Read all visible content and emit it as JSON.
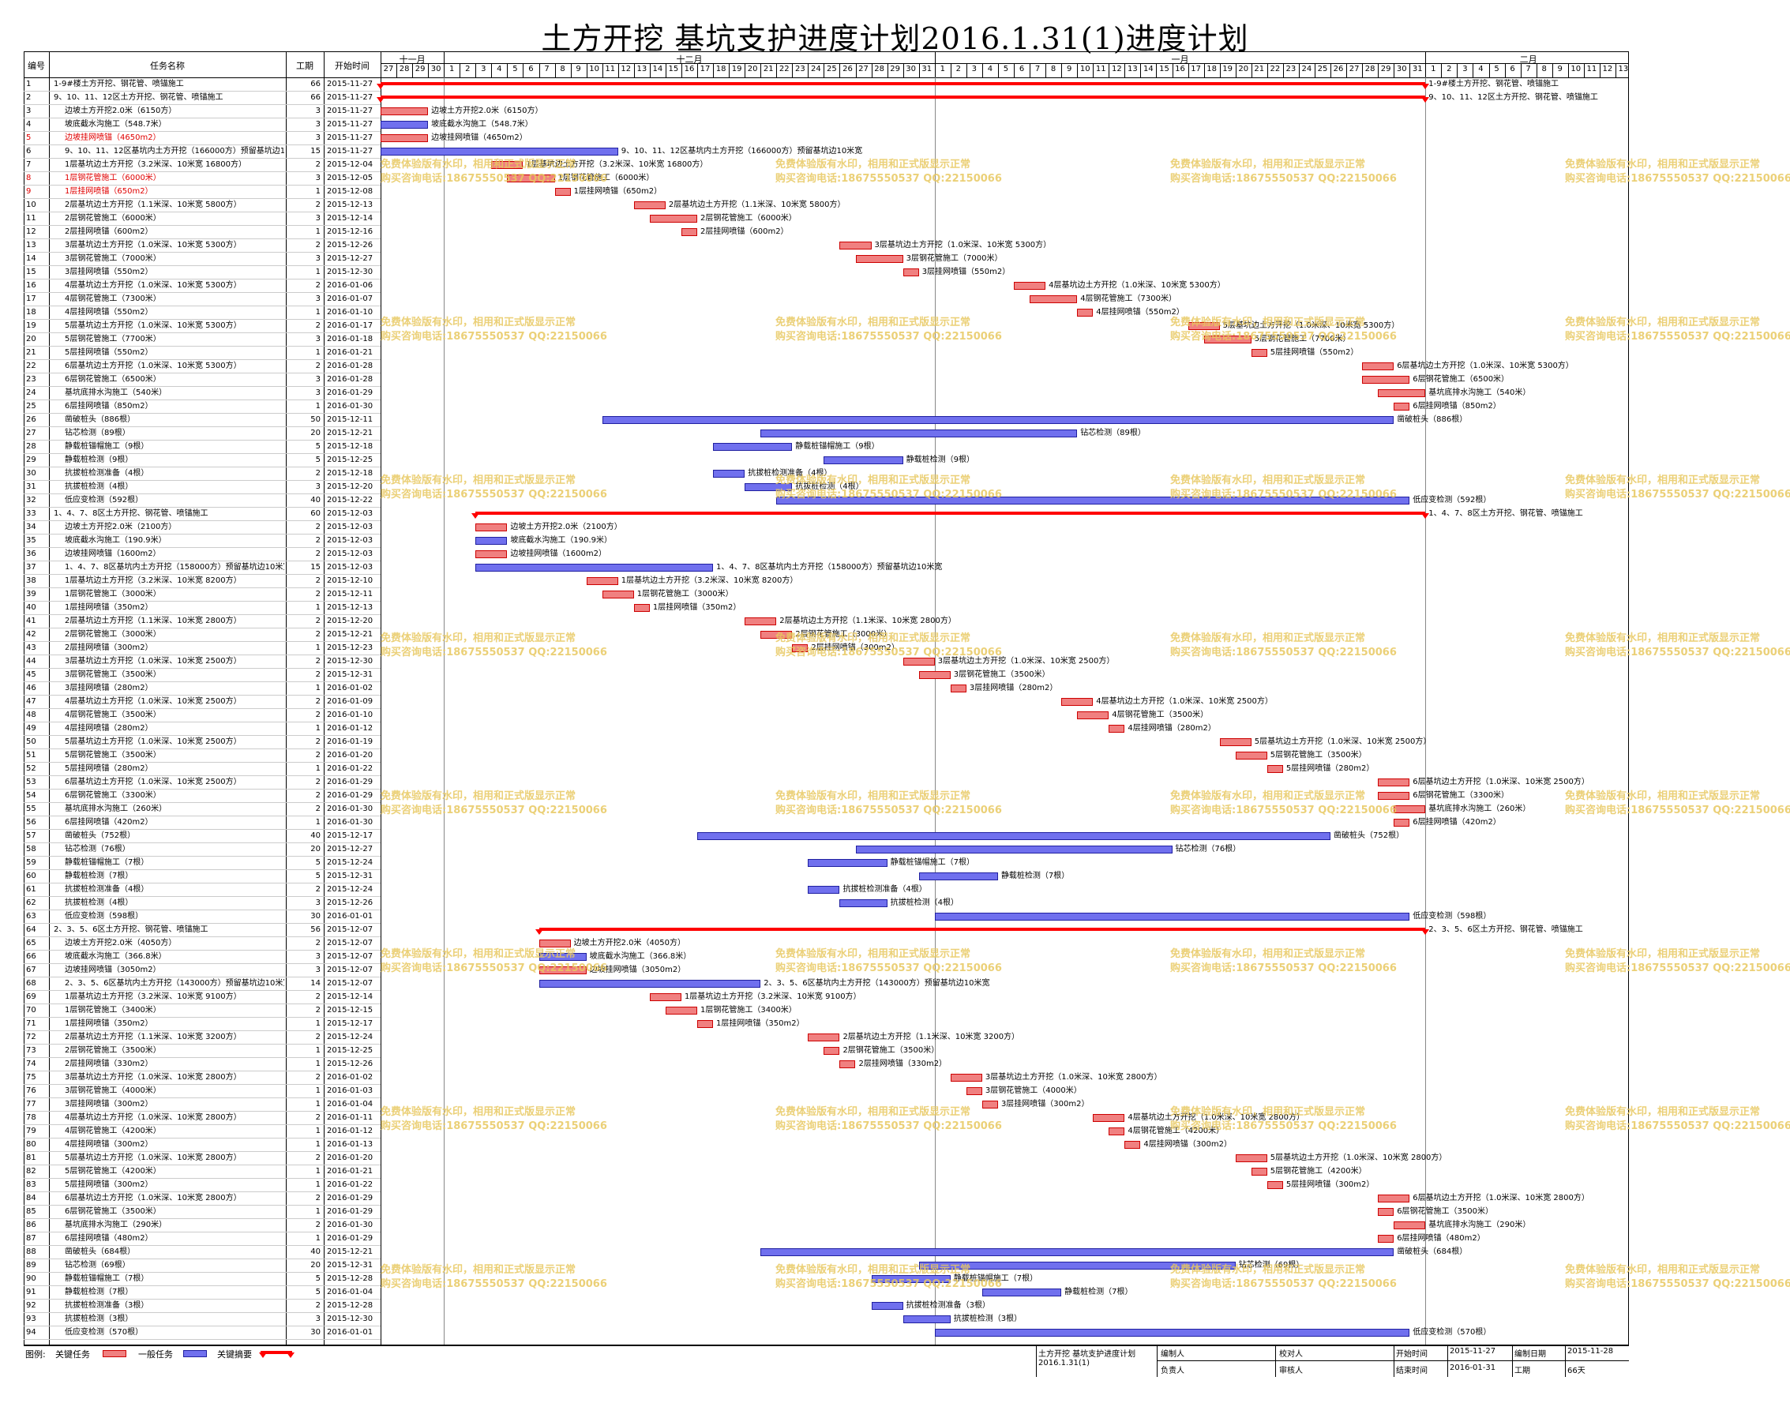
{
  "title": "土方开挖 基坑支护进度计划2016.1.31(1)进度计划",
  "columns": {
    "id": "编号",
    "name": "任务名称",
    "dur": "工期",
    "start": "开始时间"
  },
  "months": [
    {
      "label": "十一月",
      "days": [
        "27",
        "28",
        "29",
        "30"
      ]
    },
    {
      "label": "十二月",
      "days": [
        "1",
        "2",
        "3",
        "4",
        "5",
        "6",
        "7",
        "8",
        "9",
        "10",
        "11",
        "12",
        "13",
        "14",
        "15",
        "16",
        "17",
        "18",
        "19",
        "20",
        "21",
        "22",
        "23",
        "24",
        "25",
        "26",
        "27",
        "28",
        "29",
        "30",
        "31"
      ]
    },
    {
      "label": "一月",
      "days": [
        "1",
        "2",
        "3",
        "4",
        "5",
        "6",
        "7",
        "8",
        "9",
        "10",
        "11",
        "12",
        "13",
        "14",
        "15",
        "16",
        "17",
        "18",
        "19",
        "20",
        "21",
        "22",
        "23",
        "24",
        "25",
        "26",
        "27",
        "28",
        "29",
        "30",
        "31"
      ]
    },
    {
      "label": "二月",
      "days": [
        "1",
        "2",
        "3",
        "4",
        "5",
        "6",
        "7",
        "8",
        "9",
        "10",
        "11",
        "12",
        "13"
      ]
    }
  ],
  "chart_data": {
    "type": "gantt",
    "timeline_start": "2015-11-27",
    "tasks": [
      {
        "id": "1",
        "name": "1-9#楼土方开挖、钢花管、喷锚施工",
        "dur": 66,
        "start": "2015-11-27",
        "kind": "summary",
        "label": "1-9#楼土方开挖、钢花管、喷锚施工"
      },
      {
        "id": "2",
        "name": "9、10、11、12区土方开挖、钢花管、喷锚施工",
        "dur": 66,
        "start": "2015-11-27",
        "kind": "summary",
        "label": "9、10、11、12区土方开挖、钢花管、喷锚施工"
      },
      {
        "id": "3",
        "name": "边坡土方开挖2.0米（6150方）",
        "dur": 3,
        "start": "2015-11-27",
        "kind": "critical",
        "label": "边坡土方开挖2.0米（6150方）"
      },
      {
        "id": "4",
        "name": "坡底截水沟施工（548.7米）",
        "dur": 3,
        "start": "2015-11-27",
        "kind": "normal",
        "label": "坡底截水沟施工（548.7米）"
      },
      {
        "id": "5",
        "name": "边坡挂网喷锚（4650m2）",
        "dur": 3,
        "start": "2015-11-27",
        "kind": "critical",
        "label": "边坡挂网喷锚（4650m2）",
        "red": true
      },
      {
        "id": "6",
        "name": "9、10、11、12区基坑内土方开挖（166000方）预留基坑边10米宽",
        "dur": 15,
        "start": "2015-11-27",
        "kind": "normal",
        "label": "9、10、11、12区基坑内土方开挖（166000方）预留基坑边10米宽"
      },
      {
        "id": "7",
        "name": "1层基坑边土方开挖（3.2米深、10米宽 16800方）",
        "dur": 2,
        "start": "2015-12-04",
        "kind": "critical",
        "label": "1层基坑边土方开挖（3.2米深、10米宽 16800方）"
      },
      {
        "id": "8",
        "name": "1层钢花管施工（6000米）",
        "dur": 3,
        "start": "2015-12-05",
        "kind": "critical",
        "label": "1层钢花管施工（6000米）",
        "red": true
      },
      {
        "id": "9",
        "name": "1层挂网喷锚（650m2）",
        "dur": 1,
        "start": "2015-12-08",
        "kind": "critical",
        "label": "1层挂网喷锚（650m2）",
        "red": true
      },
      {
        "id": "10",
        "name": "2层基坑边土方开挖（1.1米深、10米宽 5800方）",
        "dur": 2,
        "start": "2015-12-13",
        "kind": "critical",
        "label": "2层基坑边土方开挖（1.1米深、10米宽 5800方）"
      },
      {
        "id": "11",
        "name": "2层钢花管施工（6000米）",
        "dur": 3,
        "start": "2015-12-14",
        "kind": "critical",
        "label": "2层钢花管施工（6000米）"
      },
      {
        "id": "12",
        "name": "2层挂网喷锚（600m2）",
        "dur": 1,
        "start": "2015-12-16",
        "kind": "critical",
        "label": "2层挂网喷锚（600m2）"
      },
      {
        "id": "13",
        "name": "3层基坑边土方开挖（1.0米深、10米宽 5300方）",
        "dur": 2,
        "start": "2015-12-26",
        "kind": "critical",
        "label": "3层基坑边土方开挖（1.0米深、10米宽 5300方）"
      },
      {
        "id": "14",
        "name": "3层钢花管施工（7000米）",
        "dur": 3,
        "start": "2015-12-27",
        "kind": "critical",
        "label": "3层钢花管施工（7000米）"
      },
      {
        "id": "15",
        "name": "3层挂网喷锚（550m2）",
        "dur": 1,
        "start": "2015-12-30",
        "kind": "critical",
        "label": "3层挂网喷锚（550m2）"
      },
      {
        "id": "16",
        "name": "4层基坑边土方开挖（1.0米深、10米宽 5300方）",
        "dur": 2,
        "start": "2016-01-06",
        "kind": "critical",
        "label": "4层基坑边土方开挖（1.0米深、10米宽 5300方）"
      },
      {
        "id": "17",
        "name": "4层钢花管施工（7300米）",
        "dur": 3,
        "start": "2016-01-07",
        "kind": "critical",
        "label": "4层钢花管施工（7300米）"
      },
      {
        "id": "18",
        "name": "4层挂网喷锚（550m2）",
        "dur": 1,
        "start": "2016-01-10",
        "kind": "critical",
        "label": "4层挂网喷锚（550m2）"
      },
      {
        "id": "19",
        "name": "5层基坑边土方开挖（1.0米深、10米宽 5300方）",
        "dur": 2,
        "start": "2016-01-17",
        "kind": "critical",
        "label": "5层基坑边土方开挖（1.0米深、10米宽 5300方）"
      },
      {
        "id": "20",
        "name": "5层钢花管施工（7700米）",
        "dur": 3,
        "start": "2016-01-18",
        "kind": "critical",
        "label": "5层钢花管施工（7700米）"
      },
      {
        "id": "21",
        "name": "5层挂网喷锚（550m2）",
        "dur": 1,
        "start": "2016-01-21",
        "kind": "critical",
        "label": "5层挂网喷锚（550m2）"
      },
      {
        "id": "22",
        "name": "6层基坑边土方开挖（1.0米深、10米宽 5300方）",
        "dur": 2,
        "start": "2016-01-28",
        "kind": "critical",
        "label": "6层基坑边土方开挖（1.0米深、10米宽 5300方）"
      },
      {
        "id": "23",
        "name": "6层钢花管施工（6500米）",
        "dur": 3,
        "start": "2016-01-28",
        "kind": "critical",
        "label": "6层钢花管施工（6500米）"
      },
      {
        "id": "24",
        "name": "基坑底排水沟施工（540米）",
        "dur": 3,
        "start": "2016-01-29",
        "kind": "critical",
        "label": "基坑底排水沟施工（540米）"
      },
      {
        "id": "25",
        "name": "6层挂网喷锚（850m2）",
        "dur": 1,
        "start": "2016-01-30",
        "kind": "critical",
        "label": "6层挂网喷锚（850m2）"
      },
      {
        "id": "26",
        "name": "凿破桩头（886根）",
        "dur": 50,
        "start": "2015-12-11",
        "kind": "normal",
        "label": "凿破桩头（886根）"
      },
      {
        "id": "27",
        "name": "钻芯检测（89根）",
        "dur": 20,
        "start": "2015-12-21",
        "kind": "normal",
        "label": "钻芯检测（89根）"
      },
      {
        "id": "28",
        "name": "静载桩锚帽施工（9根）",
        "dur": 5,
        "start": "2015-12-18",
        "kind": "normal",
        "label": "静载桩锚帽施工（9根）"
      },
      {
        "id": "29",
        "name": "静载桩检测（9根）",
        "dur": 5,
        "start": "2015-12-25",
        "kind": "normal",
        "label": "静载桩检测（9根）"
      },
      {
        "id": "30",
        "name": "抗拔桩检测准备（4根）",
        "dur": 2,
        "start": "2015-12-18",
        "kind": "normal",
        "label": "抗拔桩检测准备（4根）"
      },
      {
        "id": "31",
        "name": "抗拔桩检测（4根）",
        "dur": 3,
        "start": "2015-12-20",
        "kind": "normal",
        "label": "抗拔桩检测（4根）"
      },
      {
        "id": "32",
        "name": "低应变检测（592根）",
        "dur": 40,
        "start": "2015-12-22",
        "kind": "normal",
        "label": "低应变检测（592根）"
      },
      {
        "id": "33",
        "name": "1、4、7、8区土方开挖、钢花管、喷锚施工",
        "dur": 60,
        "start": "2015-12-03",
        "kind": "summary",
        "label": "1、4、7、8区土方开挖、钢花管、喷锚施工"
      },
      {
        "id": "34",
        "name": "边坡土方开挖2.0米（2100方）",
        "dur": 2,
        "start": "2015-12-03",
        "kind": "critical",
        "label": "边坡土方开挖2.0米（2100方）"
      },
      {
        "id": "35",
        "name": "坡底截水沟施工（190.9米）",
        "dur": 2,
        "start": "2015-12-03",
        "kind": "normal",
        "label": "坡底截水沟施工（190.9米）"
      },
      {
        "id": "36",
        "name": "边坡挂网喷锚（1600m2）",
        "dur": 2,
        "start": "2015-12-03",
        "kind": "critical",
        "label": "边坡挂网喷锚（1600m2）"
      },
      {
        "id": "37",
        "name": "1、4、7、8区基坑内土方开挖（158000方）预留基坑边10米宽",
        "dur": 15,
        "start": "2015-12-03",
        "kind": "normal",
        "label": "1、4、7、8区基坑内土方开挖（158000方）预留基坑边10米宽"
      },
      {
        "id": "38",
        "name": "1层基坑边土方开挖（3.2米深、10米宽 8200方）",
        "dur": 2,
        "start": "2015-12-10",
        "kind": "critical",
        "label": "1层基坑边土方开挖（3.2米深、10米宽 8200方）"
      },
      {
        "id": "39",
        "name": "1层钢花管施工（3000米）",
        "dur": 2,
        "start": "2015-12-11",
        "kind": "critical",
        "label": "1层钢花管施工（3000米）"
      },
      {
        "id": "40",
        "name": "1层挂网喷锚（350m2）",
        "dur": 1,
        "start": "2015-12-13",
        "kind": "critical",
        "label": "1层挂网喷锚（350m2）"
      },
      {
        "id": "41",
        "name": "2层基坑边土方开挖（1.1米深、10米宽 2800方）",
        "dur": 2,
        "start": "2015-12-20",
        "kind": "critical",
        "label": "2层基坑边土方开挖（1.1米深、10米宽 2800方）"
      },
      {
        "id": "42",
        "name": "2层钢花管施工（3000米）",
        "dur": 2,
        "start": "2015-12-21",
        "kind": "critical",
        "label": "2层钢花管施工（3000米）"
      },
      {
        "id": "43",
        "name": "2层挂网喷锚（300m2）",
        "dur": 1,
        "start": "2015-12-23",
        "kind": "critical",
        "label": "2层挂网喷锚（300m2）"
      },
      {
        "id": "44",
        "name": "3层基坑边土方开挖（1.0米深、10米宽 2500方）",
        "dur": 2,
        "start": "2015-12-30",
        "kind": "critical",
        "label": "3层基坑边土方开挖（1.0米深、10米宽 2500方）"
      },
      {
        "id": "45",
        "name": "3层钢花管施工（3500米）",
        "dur": 2,
        "start": "2015-12-31",
        "kind": "critical",
        "label": "3层钢花管施工（3500米）"
      },
      {
        "id": "46",
        "name": "3层挂网喷锚（280m2）",
        "dur": 1,
        "start": "2016-01-02",
        "kind": "critical",
        "label": "3层挂网喷锚（280m2）"
      },
      {
        "id": "47",
        "name": "4层基坑边土方开挖（1.0米深、10米宽 2500方）",
        "dur": 2,
        "start": "2016-01-09",
        "kind": "critical",
        "label": "4层基坑边土方开挖（1.0米深、10米宽 2500方）"
      },
      {
        "id": "48",
        "name": "4层钢花管施工（3500米）",
        "dur": 2,
        "start": "2016-01-10",
        "kind": "critical",
        "label": "4层钢花管施工（3500米）"
      },
      {
        "id": "49",
        "name": "4层挂网喷锚（280m2）",
        "dur": 1,
        "start": "2016-01-12",
        "kind": "critical",
        "label": "4层挂网喷锚（280m2）"
      },
      {
        "id": "50",
        "name": "5层基坑边土方开挖（1.0米深、10米宽 2500方）",
        "dur": 2,
        "start": "2016-01-19",
        "kind": "critical",
        "label": "5层基坑边土方开挖（1.0米深、10米宽 2500方）"
      },
      {
        "id": "51",
        "name": "5层钢花管施工（3500米）",
        "dur": 2,
        "start": "2016-01-20",
        "kind": "critical",
        "label": "5层钢花管施工（3500米）"
      },
      {
        "id": "52",
        "name": "5层挂网喷锚（280m2）",
        "dur": 1,
        "start": "2016-01-22",
        "kind": "critical",
        "label": "5层挂网喷锚（280m2）"
      },
      {
        "id": "53",
        "name": "6层基坑边土方开挖（1.0米深、10米宽 2500方）",
        "dur": 2,
        "start": "2016-01-29",
        "kind": "critical",
        "label": "6层基坑边土方开挖（1.0米深、10米宽 2500方）"
      },
      {
        "id": "54",
        "name": "6层钢花管施工（3300米）",
        "dur": 2,
        "start": "2016-01-29",
        "kind": "critical",
        "label": "6层钢花管施工（3300米）"
      },
      {
        "id": "55",
        "name": "基坑底排水沟施工（260米）",
        "dur": 2,
        "start": "2016-01-30",
        "kind": "critical",
        "label": "基坑底排水沟施工（260米）"
      },
      {
        "id": "56",
        "name": "6层挂网喷锚（420m2）",
        "dur": 1,
        "start": "2016-01-30",
        "kind": "critical",
        "label": "6层挂网喷锚（420m2）"
      },
      {
        "id": "57",
        "name": "凿破桩头（752根）",
        "dur": 40,
        "start": "2015-12-17",
        "kind": "normal",
        "label": "凿破桩头（752根）"
      },
      {
        "id": "58",
        "name": "钻芯检测（76根）",
        "dur": 20,
        "start": "2015-12-27",
        "kind": "normal",
        "label": "钻芯检测（76根）"
      },
      {
        "id": "59",
        "name": "静载桩锚帽施工（7根）",
        "dur": 5,
        "start": "2015-12-24",
        "kind": "normal",
        "label": "静载桩锚帽施工（7根）"
      },
      {
        "id": "60",
        "name": "静载桩检测（7根）",
        "dur": 5,
        "start": "2015-12-31",
        "kind": "normal",
        "label": "静载桩检测（7根）"
      },
      {
        "id": "61",
        "name": "抗拔桩检测准备（4根）",
        "dur": 2,
        "start": "2015-12-24",
        "kind": "normal",
        "label": "抗拔桩检测准备（4根）"
      },
      {
        "id": "62",
        "name": "抗拔桩检测（4根）",
        "dur": 3,
        "start": "2015-12-26",
        "kind": "normal",
        "label": "抗拔桩检测（4根）"
      },
      {
        "id": "63",
        "name": "低应变检测（598根）",
        "dur": 30,
        "start": "2016-01-01",
        "kind": "normal",
        "label": "低应变检测（598根）"
      },
      {
        "id": "64",
        "name": "2、3、5、6区土方开挖、钢花管、喷锚施工",
        "dur": 56,
        "start": "2015-12-07",
        "kind": "summary",
        "label": "2、3、5、6区土方开挖、钢花管、喷锚施工"
      },
      {
        "id": "65",
        "name": "边坡土方开挖2.0米（4050方）",
        "dur": 2,
        "start": "2015-12-07",
        "kind": "critical",
        "label": "边坡土方开挖2.0米（4050方）"
      },
      {
        "id": "66",
        "name": "坡底截水沟施工（366.8米）",
        "dur": 3,
        "start": "2015-12-07",
        "kind": "normal",
        "label": "坡底截水沟施工（366.8米）"
      },
      {
        "id": "67",
        "name": "边坡挂网喷锚（3050m2）",
        "dur": 3,
        "start": "2015-12-07",
        "kind": "critical",
        "label": "边坡挂网喷锚（3050m2）"
      },
      {
        "id": "68",
        "name": "2、3、5、6区基坑内土方开挖（143000方）预留基坑边10米宽",
        "dur": 14,
        "start": "2015-12-07",
        "kind": "normal",
        "label": "2、3、5、6区基坑内土方开挖（143000方）预留基坑边10米宽"
      },
      {
        "id": "69",
        "name": "1层基坑边土方开挖（3.2米深、10米宽 9100方）",
        "dur": 2,
        "start": "2015-12-14",
        "kind": "critical",
        "label": "1层基坑边土方开挖（3.2米深、10米宽 9100方）"
      },
      {
        "id": "70",
        "name": "1层钢花管施工（3400米）",
        "dur": 2,
        "start": "2015-12-15",
        "kind": "critical",
        "label": "1层钢花管施工（3400米）"
      },
      {
        "id": "71",
        "name": "1层挂网喷锚（350m2）",
        "dur": 1,
        "start": "2015-12-17",
        "kind": "critical",
        "label": "1层挂网喷锚（350m2）"
      },
      {
        "id": "72",
        "name": "2层基坑边土方开挖（1.1米深、10米宽 3200方）",
        "dur": 2,
        "start": "2015-12-24",
        "kind": "critical",
        "label": "2层基坑边土方开挖（1.1米深、10米宽 3200方）"
      },
      {
        "id": "73",
        "name": "2层钢花管施工（3500米）",
        "dur": 1,
        "start": "2015-12-25",
        "kind": "critical",
        "label": "2层钢花管施工（3500米）"
      },
      {
        "id": "74",
        "name": "2层挂网喷锚（330m2）",
        "dur": 1,
        "start": "2015-12-26",
        "kind": "critical",
        "label": "2层挂网喷锚（330m2）"
      },
      {
        "id": "75",
        "name": "3层基坑边土方开挖（1.0米深、10米宽 2800方）",
        "dur": 2,
        "start": "2016-01-02",
        "kind": "critical",
        "label": "3层基坑边土方开挖（1.0米深、10米宽 2800方）"
      },
      {
        "id": "76",
        "name": "3层钢花管施工（4000米）",
        "dur": 1,
        "start": "2016-01-03",
        "kind": "critical",
        "label": "3层钢花管施工（4000米）"
      },
      {
        "id": "77",
        "name": "3层挂网喷锚（300m2）",
        "dur": 1,
        "start": "2016-01-04",
        "kind": "critical",
        "label": "3层挂网喷锚（300m2）"
      },
      {
        "id": "78",
        "name": "4层基坑边土方开挖（1.0米深、10米宽 2800方）",
        "dur": 2,
        "start": "2016-01-11",
        "kind": "critical",
        "label": "4层基坑边土方开挖（1.0米深、10米宽 2800方）"
      },
      {
        "id": "79",
        "name": "4层钢花管施工（4200米）",
        "dur": 1,
        "start": "2016-01-12",
        "kind": "critical",
        "label": "4层钢花管施工（4200米）"
      },
      {
        "id": "80",
        "name": "4层挂网喷锚（300m2）",
        "dur": 1,
        "start": "2016-01-13",
        "kind": "critical",
        "label": "4层挂网喷锚（300m2）"
      },
      {
        "id": "81",
        "name": "5层基坑边土方开挖（1.0米深、10米宽 2800方）",
        "dur": 2,
        "start": "2016-01-20",
        "kind": "critical",
        "label": "5层基坑边土方开挖（1.0米深、10米宽 2800方）"
      },
      {
        "id": "82",
        "name": "5层钢花管施工（4200米）",
        "dur": 1,
        "start": "2016-01-21",
        "kind": "critical",
        "label": "5层钢花管施工（4200米）"
      },
      {
        "id": "83",
        "name": "5层挂网喷锚（300m2）",
        "dur": 1,
        "start": "2016-01-22",
        "kind": "critical",
        "label": "5层挂网喷锚（300m2）"
      },
      {
        "id": "84",
        "name": "6层基坑边土方开挖（1.0米深、10米宽 2800方）",
        "dur": 2,
        "start": "2016-01-29",
        "kind": "critical",
        "label": "6层基坑边土方开挖（1.0米深、10米宽 2800方）"
      },
      {
        "id": "85",
        "name": "6层钢花管施工（3500米）",
        "dur": 1,
        "start": "2016-01-29",
        "kind": "critical",
        "label": "6层钢花管施工（3500米）"
      },
      {
        "id": "86",
        "name": "基坑底排水沟施工（290米）",
        "dur": 2,
        "start": "2016-01-30",
        "kind": "critical",
        "label": "基坑底排水沟施工（290米）"
      },
      {
        "id": "87",
        "name": "6层挂网喷锚（480m2）",
        "dur": 1,
        "start": "2016-01-29",
        "kind": "critical",
        "label": "6层挂网喷锚（480m2）"
      },
      {
        "id": "88",
        "name": "凿破桩头（684根）",
        "dur": 40,
        "start": "2015-12-21",
        "kind": "normal",
        "label": "凿破桩头（684根）"
      },
      {
        "id": "89",
        "name": "钻芯检测（69根）",
        "dur": 20,
        "start": "2015-12-31",
        "kind": "normal",
        "label": "钻芯检测（69根）"
      },
      {
        "id": "90",
        "name": "静载桩锚帽施工（7根）",
        "dur": 5,
        "start": "2015-12-28",
        "kind": "normal",
        "label": "静载桩锚帽施工（7根）"
      },
      {
        "id": "91",
        "name": "静载桩检测（7根）",
        "dur": 5,
        "start": "2016-01-04",
        "kind": "normal",
        "label": "静载桩检测（7根）"
      },
      {
        "id": "92",
        "name": "抗拔桩检测准备（3根）",
        "dur": 2,
        "start": "2015-12-28",
        "kind": "normal",
        "label": "抗拔桩检测准备（3根）"
      },
      {
        "id": "93",
        "name": "抗拔桩检测（3根）",
        "dur": 3,
        "start": "2015-12-30",
        "kind": "normal",
        "label": "抗拔桩检测（3根）"
      },
      {
        "id": "94",
        "name": "低应变检测（570根）",
        "dur": 30,
        "start": "2016-01-01",
        "kind": "normal",
        "label": "低应变检测（570根）"
      }
    ]
  },
  "watermark": {
    "line1": "免费体验版有水印，相用和正式版显示正常",
    "line2": "购买咨询电话:18675550537 QQ:22150066"
  },
  "legend": {
    "prefix": "图例:",
    "critical": "关键任务",
    "normal": "一般任务",
    "summary": "关键摘要"
  },
  "footer": {
    "project": "土方开挖 基坑支护进度计划2016.1.31(1)",
    "compiler_label": "编制人",
    "checker_label": "校对人",
    "owner_label": "负责人",
    "reviewer_label": "审核人",
    "start_label": "开始时间",
    "start_value": "2015-11-27",
    "end_label": "结束时间",
    "end_value": "2016-01-31",
    "date_label": "编制日期",
    "date_value": "2015-11-28",
    "dur_label": "工期",
    "dur_value": "66天"
  },
  "colors": {
    "critical": "#f08080",
    "normal": "#7070ee",
    "summary": "#ff0000"
  }
}
